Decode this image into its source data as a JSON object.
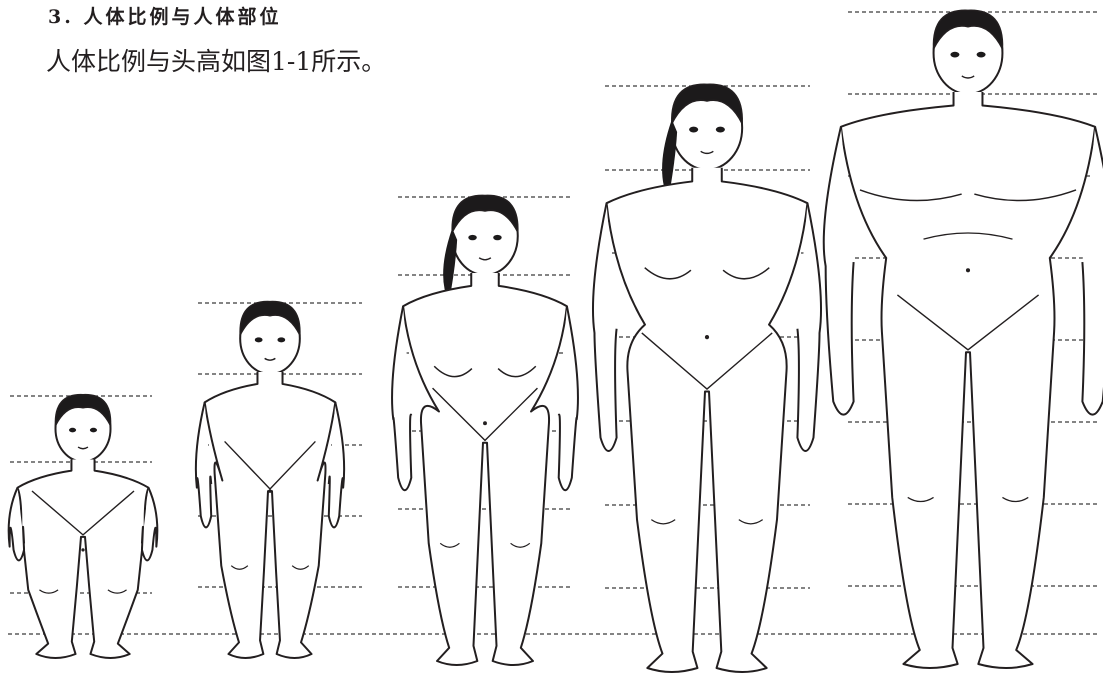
{
  "section": {
    "title": "3. 人体比例与人体部位"
  },
  "caption": {
    "text": "人体比例与头高如图1-1所示。"
  },
  "figure": {
    "figures": [
      {
        "id": "toddler",
        "head_heights": 4
      },
      {
        "id": "child",
        "head_heights": 5
      },
      {
        "id": "teen-girl",
        "head_heights": 6
      },
      {
        "id": "woman",
        "head_heights": 7
      },
      {
        "id": "man",
        "head_heights": 8
      }
    ],
    "line_color": "#231f20",
    "guide_color": "#3a3a3a"
  }
}
